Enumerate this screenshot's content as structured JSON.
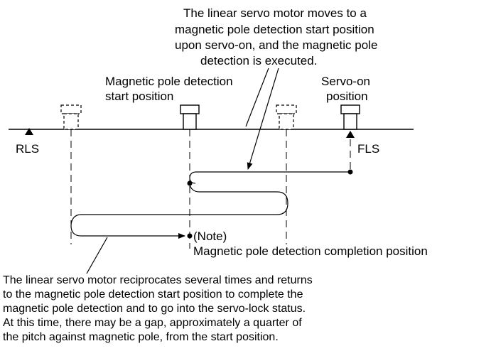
{
  "annotations": {
    "top_note": [
      "The linear servo motor moves to a",
      "magnetic pole detection start position",
      "upon servo-on, and the magnetic pole",
      "detection is executed."
    ],
    "bottom_note": [
      "The linear servo motor reciprocates several times and returns",
      "to the magnetic pole detection start position to complete the",
      "magnetic pole detection and to go into the servo-lock status.",
      "At this time, there may be a gap, approximately a quarter of",
      "the pitch against magnetic pole, from the start position."
    ]
  },
  "labels": {
    "start_position": [
      "Magnetic pole detection",
      "start position"
    ],
    "servo_on_position": [
      "Servo-on",
      "position"
    ],
    "rls": "RLS",
    "fls": "FLS",
    "note": "(Note)",
    "completion_position": "Magnetic pole detection completion position"
  }
}
